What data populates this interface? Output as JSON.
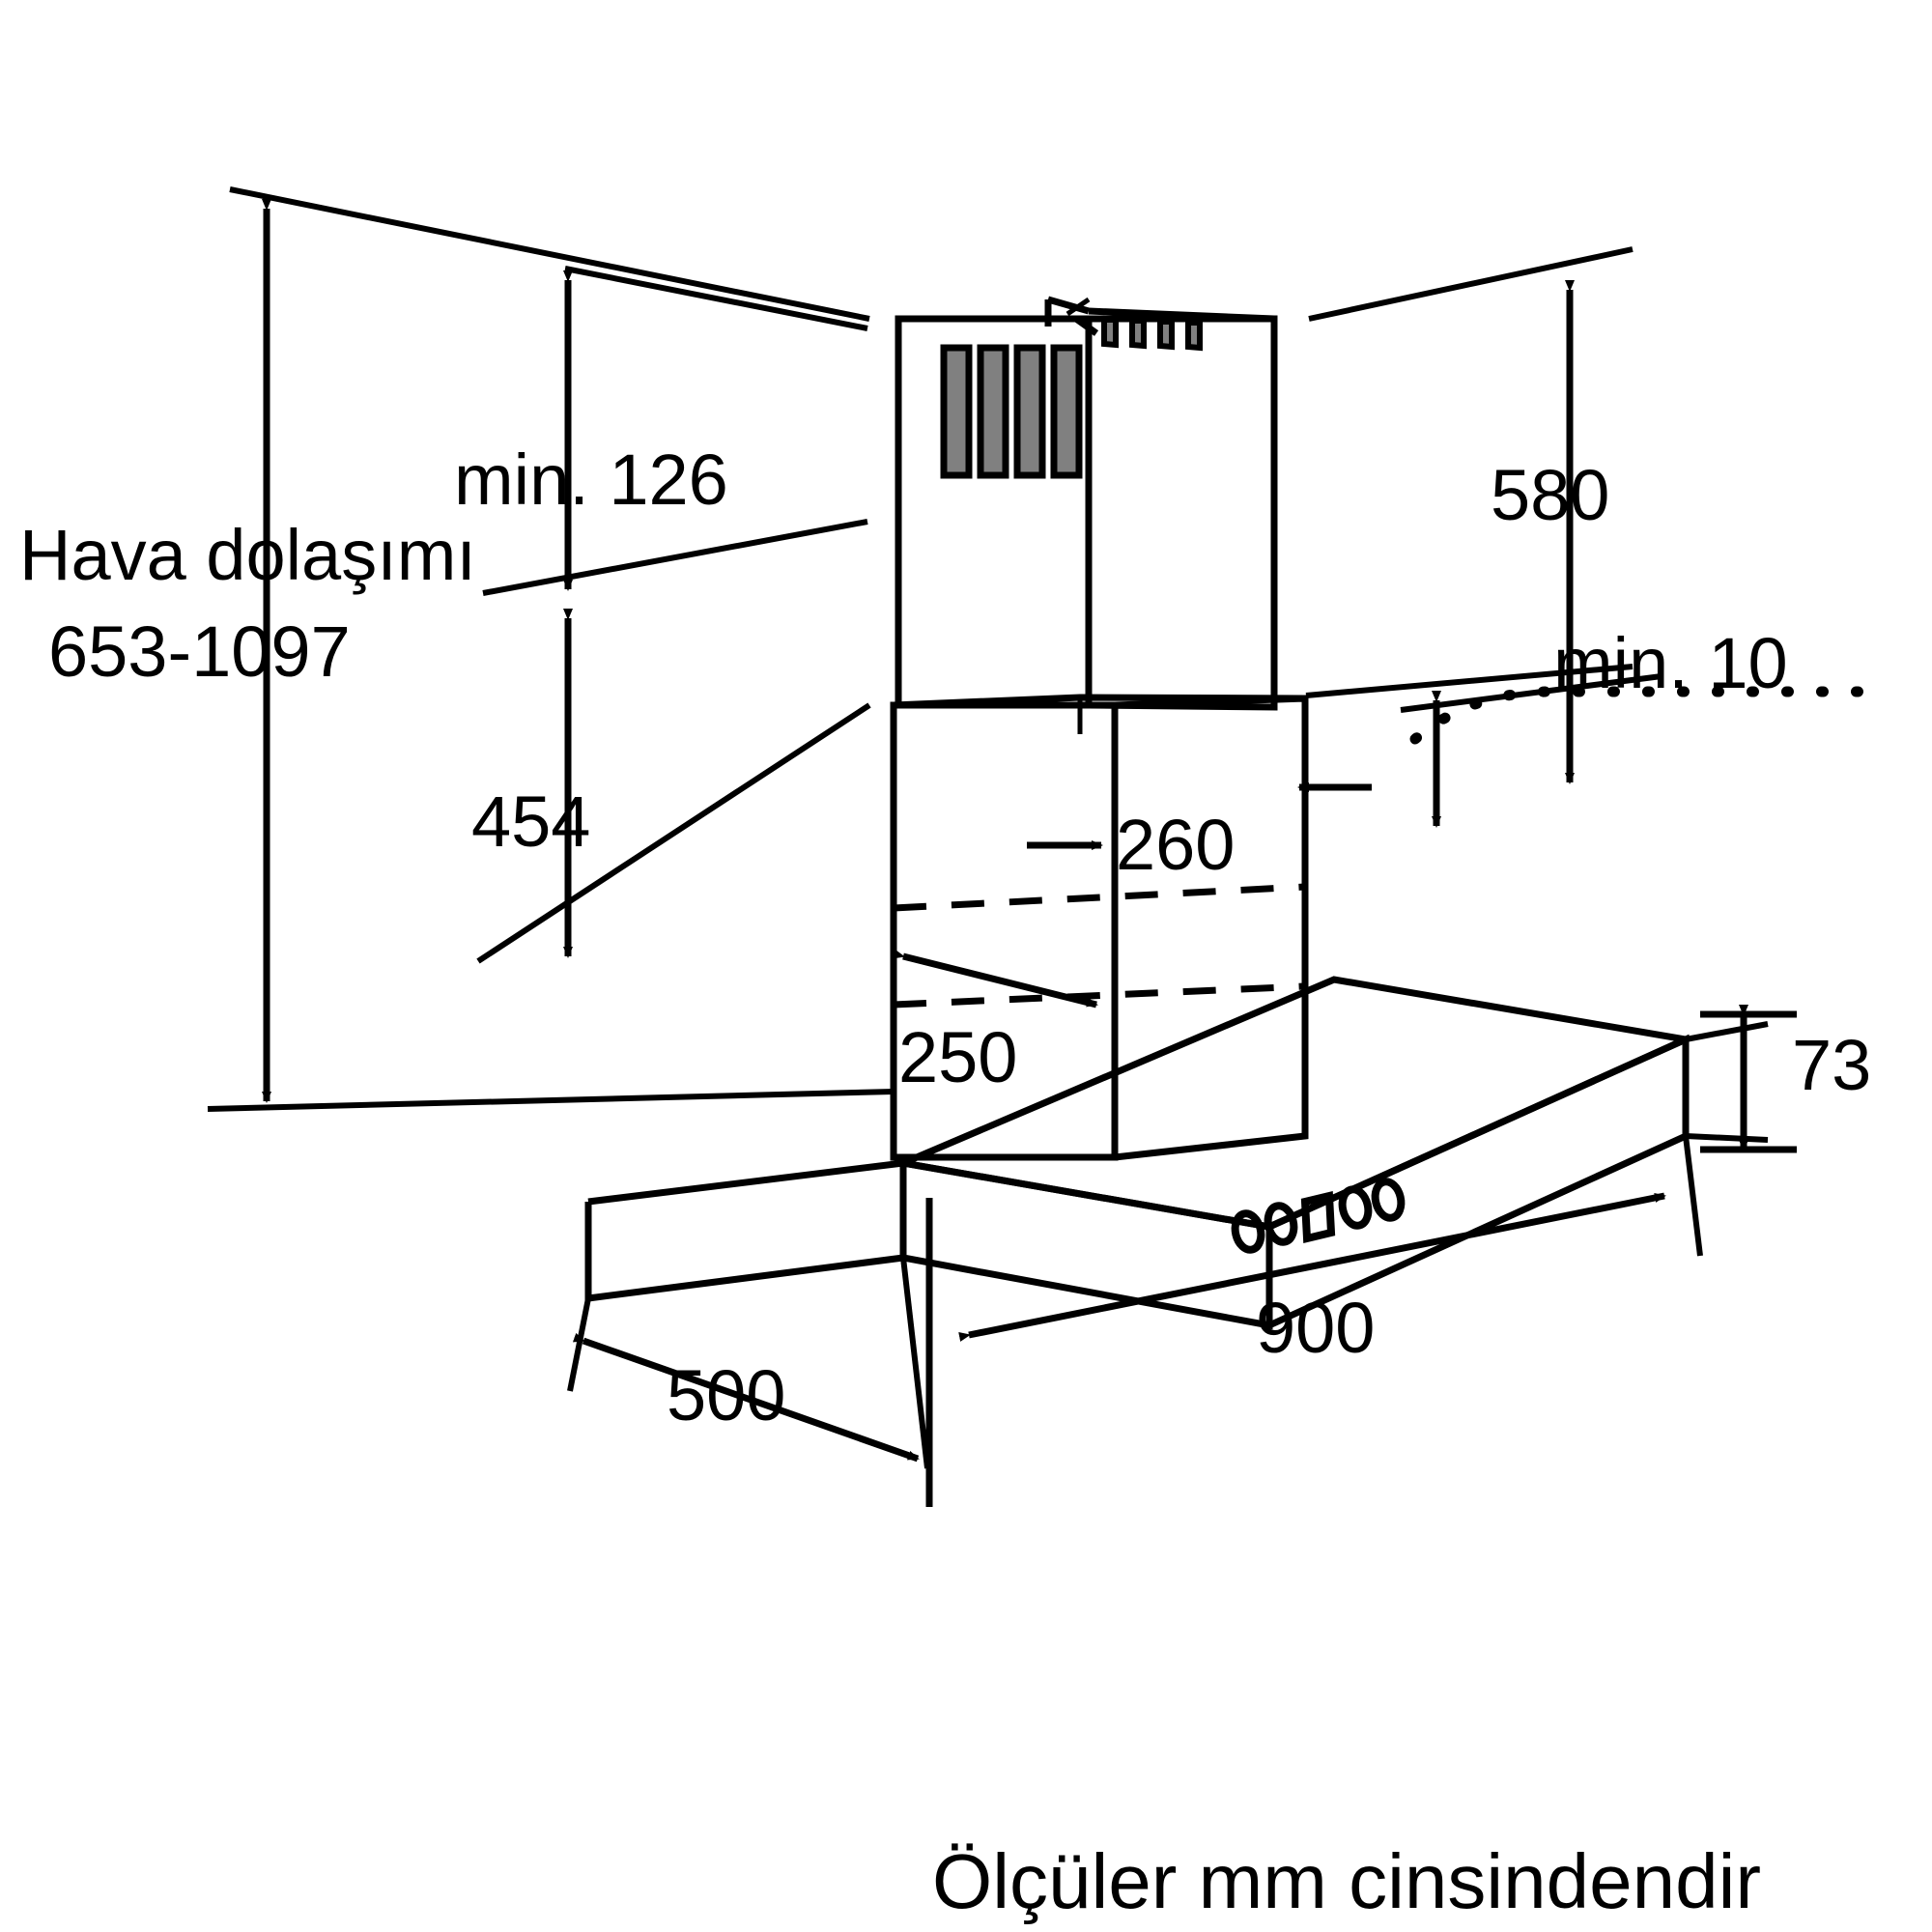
{
  "drawing": {
    "title_note": "Hava dolaşımı",
    "product": "chimney-cooker-hood",
    "units_note": "Ölçüler mm cinsindendir",
    "line_color": "#000000",
    "background_color": "#ffffff",
    "vent_fill_color": "#808080"
  },
  "dimensions": {
    "air_circulation_range": "653-1097",
    "min_ceiling_clearance": "min. 126",
    "chimney_lower_height": "454",
    "total_height_right": "580",
    "min_wall_gap": "min. 10",
    "chimney_depth_upper": "260",
    "chimney_width_lower": "250",
    "canopy_thickness": "73",
    "canopy_width": "900",
    "canopy_depth": "500"
  },
  "labels": [
    {
      "id": "hava-dolasimi",
      "text": "Hava dolaşımı"
    },
    {
      "id": "range-653-1097",
      "text": "653-1097"
    },
    {
      "id": "min-126",
      "text": "min. 126"
    },
    {
      "id": "dim-454",
      "text": "454"
    },
    {
      "id": "dim-580",
      "text": "580"
    },
    {
      "id": "min-10",
      "text": "min. 10"
    },
    {
      "id": "dim-260",
      "text": "260"
    },
    {
      "id": "dim-250",
      "text": "250"
    },
    {
      "id": "dim-73",
      "text": "73"
    },
    {
      "id": "dim-900",
      "text": "900"
    },
    {
      "id": "dim-500",
      "text": "500"
    },
    {
      "id": "units",
      "text": "Ölçüler mm cinsindendir"
    }
  ],
  "control_panel": {
    "elements": [
      "button-round",
      "button-round",
      "display-rect",
      "button-round",
      "button-round"
    ]
  }
}
